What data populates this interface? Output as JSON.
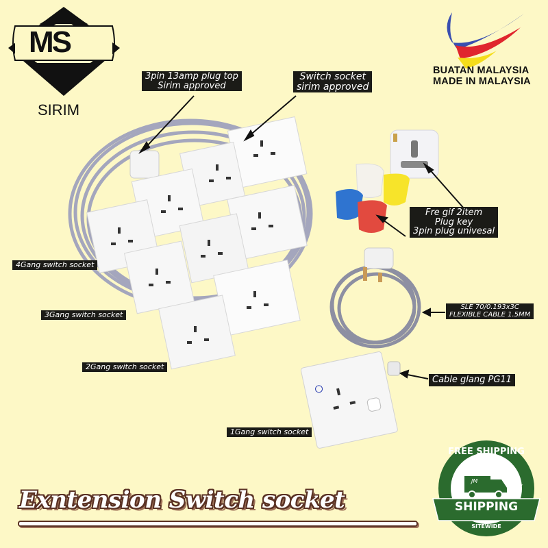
{
  "logos": {
    "sirim": {
      "mark": "MS",
      "name": "SIRIM"
    },
    "made_in": {
      "line1": "BUATAN MALAYSIA",
      "line2": "MADE IN MALAYSIA"
    }
  },
  "callouts": {
    "plug_top": {
      "line1": "3pin 13amp plug top",
      "line2": "Sirim approved"
    },
    "switch_socket": {
      "line1": "Switch socket",
      "line2": "sirim approved"
    },
    "free_gift": {
      "line1": "Fre gif 2item",
      "line2": "Plug key",
      "line3": "3pin plug univesal"
    },
    "cable": {
      "line1": "SLE 70/0.193x3C",
      "line2": "FLEXIBLE CABLE 1.5MM"
    },
    "gland": "Cable glang PG11"
  },
  "variants": [
    {
      "label": "4Gang switch socket"
    },
    {
      "label": "3Gang switch socket"
    },
    {
      "label": "2Gang switch socket"
    },
    {
      "label": "1Gang switch socket"
    }
  ],
  "badge": {
    "arc_text": "FREE SHIPPING",
    "ribbon": "SHIPPING",
    "sub": "SITEWIDE",
    "monogram": "JM"
  },
  "title": "Exntension Switch socket",
  "colors": {
    "background": "#fdf8c6",
    "label_bg": "#1b1b17",
    "badge_green": "#2b6b2e",
    "title_outline": "#5a3224",
    "flag_blue": "#3a4fb0",
    "flag_red": "#e0262e",
    "flag_yellow": "#f5dd1a"
  }
}
